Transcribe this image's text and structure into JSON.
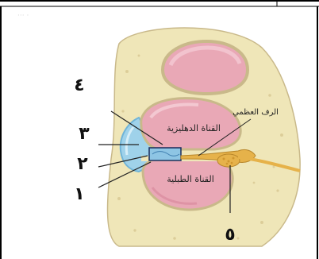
{
  "labels": {
    "scala_vestibuli": "القناة الدهليزية",
    "scala_tympani": "القناة الطبلية",
    "osseous_spiral_lamina": "الرف العظمي"
  },
  "numbers": {
    "n1": "١",
    "n2": "٢",
    "n3": "٣",
    "n4": "٤",
    "n5": "٥"
  },
  "header_text": "··· ·",
  "colors": {
    "bone": "#efe6b8",
    "bone_outline": "#c9b98a",
    "pink_canal": "#e9a8b6",
    "pink_canal_dark": "#d7869a",
    "blue_duct": "#9fd2ea",
    "blue_duct_dark": "#6fb4d8",
    "nerve": "#e6b24a"
  }
}
